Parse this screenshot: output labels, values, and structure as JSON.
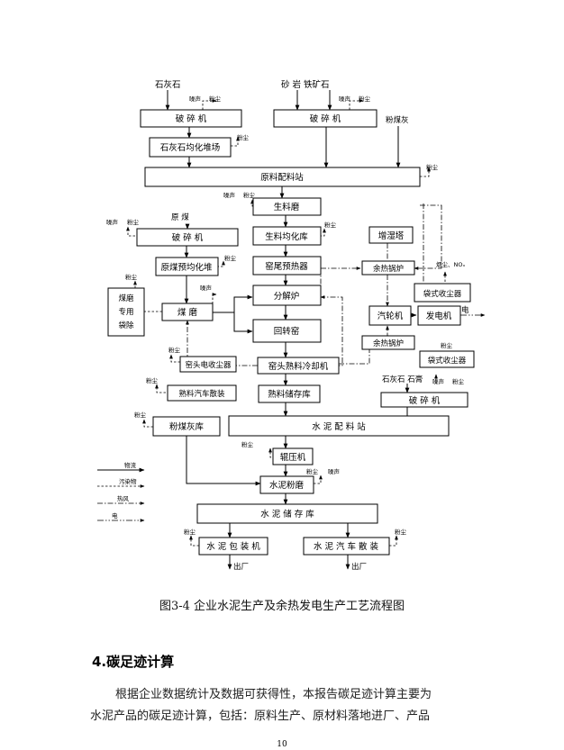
{
  "diagram": {
    "boxes": {
      "crusher1": "破  碎  机",
      "crusher2": "破  碎  机",
      "crusher3": "破  碎  机",
      "crusher4": "破  碎  机",
      "limestone_yard": "石灰石均化堆场",
      "raw_batching": "原料配料站",
      "raw_mill": "生料磨",
      "raw_homo": "生料均化库",
      "coal_homo": "原煤预均化堆",
      "preheater": "窑尾预热器",
      "calciner": "分解炉",
      "kiln": "回转窑",
      "coal_mill": "煤  磨",
      "coal_special_l1": "煤磨",
      "coal_special_l2": "专用",
      "coal_special_l3": "袋除",
      "kiln_head_esp": "窑头电收尘器",
      "clinker_cooler": "窑头熟料冷却机",
      "clinker_truck": "熟料汽车散装",
      "clinker_storage": "熟料储存库",
      "flyash_storage": "粉煤灰库",
      "cement_batching": "水  泥  配  料  站",
      "roller_press": "辊压机",
      "cement_mill": "水泥粉磨",
      "cement_storage": "水  泥  储  存  库",
      "cement_pack": "水  泥  包  装  机",
      "cement_truck": "水  泥  汽  车  散  装",
      "humidifier": "增湿塔",
      "whb1": "余热锅炉",
      "whb2": "余热锅炉",
      "bag_filter1": "袋式收尘器",
      "bag_filter2": "袋式收尘器",
      "turbine": "汽轮机",
      "generator": "发电机"
    },
    "labels": {
      "limestone": "石灰石",
      "sand_iron": "砂  岩  铁矿石",
      "flyash": "粉煤灰",
      "raw_coal": "原  煤",
      "limestone_gypsum": "石灰石  石膏",
      "electricity": "电",
      "out1": "出厂",
      "out2": "出厂",
      "noise": "噪声",
      "dust": "粉尘",
      "smoke": "烟尘、NOₓ"
    },
    "legend": [
      "物流",
      "污染物",
      "热风",
      "电"
    ]
  },
  "caption": "图3-4  企业水泥生产及余热发电生产工艺流程图",
  "section_heading": "4.碳足迹计算",
  "paragraph_line1": "根据企业数据统计及数据可获得性，本报告碳足迹计算主要为",
  "paragraph_line2": "水泥产品的碳足迹计算，包括：原料生产、原材料落地进厂、产品",
  "page_number": "10"
}
